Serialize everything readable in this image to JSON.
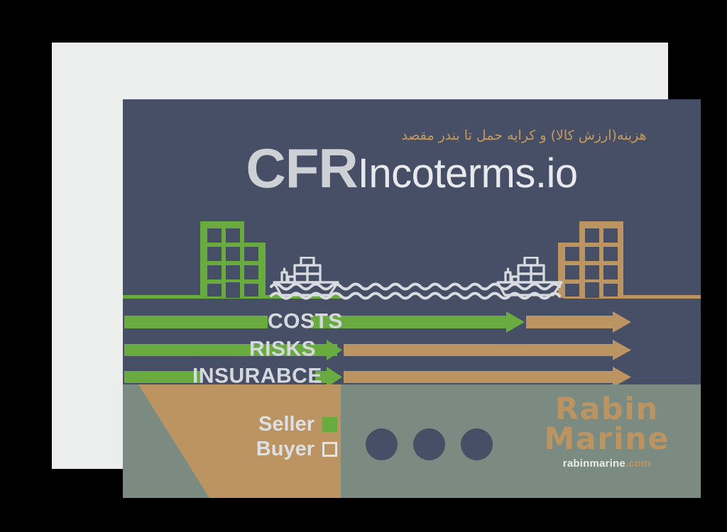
{
  "title": {
    "main": "CFR",
    "sub": "Incoterms.io",
    "persian": "هزینه(ارزش کالا) و کرایه حمل تا بندر مقصد"
  },
  "rows": [
    {
      "label": "COSTS",
      "seller_pct": 69,
      "buyer_pct": 31
    },
    {
      "label": "RISKS",
      "seller_pct": 43,
      "buyer_pct": 57
    },
    {
      "label": "INSURABCE",
      "seller_pct": 43,
      "buyer_pct": 57
    }
  ],
  "legend": {
    "seller_label": "Seller",
    "buyer_label": "Buyer"
  },
  "logo": {
    "line1": "Rabin",
    "line2": "Marine",
    "url_name": "rabinmarine",
    "url_tld": ".com"
  },
  "colors": {
    "background": "#474f66",
    "frame": "#eceded",
    "seller_green": "#6aab3f",
    "buyer_tan": "#bc9461",
    "sage": "#7b8b82",
    "text_light": "#d5d8dd",
    "persian_gold": "#c49a5e",
    "outer": "#000000"
  },
  "icons": {
    "ship_left": "container-ship-icon",
    "ship_right": "container-ship-icon",
    "building_left": "office-building-icon",
    "building_right": "office-building-icon",
    "water": "wave-lines-icon"
  }
}
